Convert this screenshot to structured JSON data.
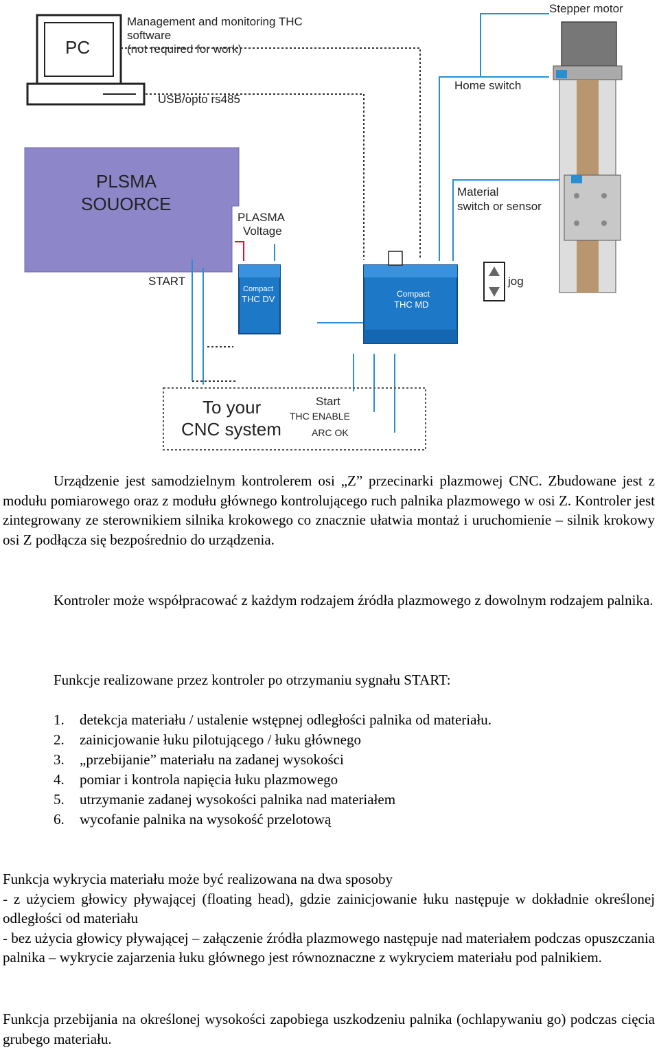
{
  "diagram": {
    "pc_label": "PC",
    "software_label": [
      "Management and monitoring THC",
      "software",
      "(not required for work)"
    ],
    "usb_label": "USB/opto rs485",
    "stepper_label": "Stepper motor",
    "home_switch_label": "Home switch",
    "material_switch_label": [
      "Material",
      "switch or sensor"
    ],
    "plasma_source_label": [
      "PLSMA",
      "SOUORCE"
    ],
    "plasma_voltage_label": [
      "PLASMA",
      "Voltage"
    ],
    "start_label": "START",
    "thc_dv_label": [
      "Compact",
      "THC DV"
    ],
    "thc_md_label": [
      "Compact",
      "THC MD"
    ],
    "jog_label": "jog",
    "cnc_label": [
      "To your",
      "CNC system"
    ],
    "cnc_signals": [
      "Start",
      "THC ENABLE",
      "ARC OK"
    ],
    "colors": {
      "plasma_source": "#8d86c9",
      "thc_blue": "#1e78c8",
      "wire_blue": "#2a8fd0",
      "wire_red": "#d8152b"
    }
  },
  "paragraphs": {
    "p1": "Urządzenie jest samodzielnym kontrolerem osi „Z” przecinarki plazmowej CNC. Zbudowane jest z modułu pomiarowego oraz z modułu głównego kontrolującego ruch palnika plazmowego w osi Z. Kontroler jest zintegrowany ze sterownikiem silnika krokowego co znacznie ułatwia montaż i uruchomienie – silnik krokowy osi Z podłącza się bezpośrednio do urządzenia.",
    "p2": "Kontroler może współpracować z każdym rodzajem źródła plazmowego z dowolnym rodzajem palnika.",
    "p3": "Funkcje realizowane przez kontroler po otrzymaniu sygnału START:",
    "p4": "Funkcja wykrycia materiału może być realizowana na dwa sposoby",
    "p5": " - z użyciem głowicy pływającej (floating head), gdzie zainicjowanie łuku następuje w dokładnie określonej odległości od materiału",
    "p6": " - bez użycia głowicy pływającej – załączenie źródła plazmowego następuje nad materiałem podczas opuszczania palnika – wykrycie zajarzenia łuku głównego jest równoznaczne z wykryciem materiału pod palnikiem.",
    "p7": "Funkcja przebijania na określonej wysokości zapobiega uszkodzeniu palnika (ochlapywaniu go) podczas cięcia grubego materiału."
  },
  "functions": [
    {
      "num": "1.",
      "text": "detekcja materiału / ustalenie wstępnej odległości palnika od materiału."
    },
    {
      "num": "2.",
      "text": "zainicjowanie łuku pilotującego / łuku głównego"
    },
    {
      "num": "3.",
      "text": "„przebijanie” materiału na zadanej wysokości"
    },
    {
      "num": "4.",
      "text": "pomiar i kontrola napięcia łuku plazmowego"
    },
    {
      "num": "5.",
      "text": "utrzymanie zadanej wysokości palnika nad materiałem"
    },
    {
      "num": "6.",
      "text": "wycofanie palnika na wysokość przelotową"
    }
  ]
}
